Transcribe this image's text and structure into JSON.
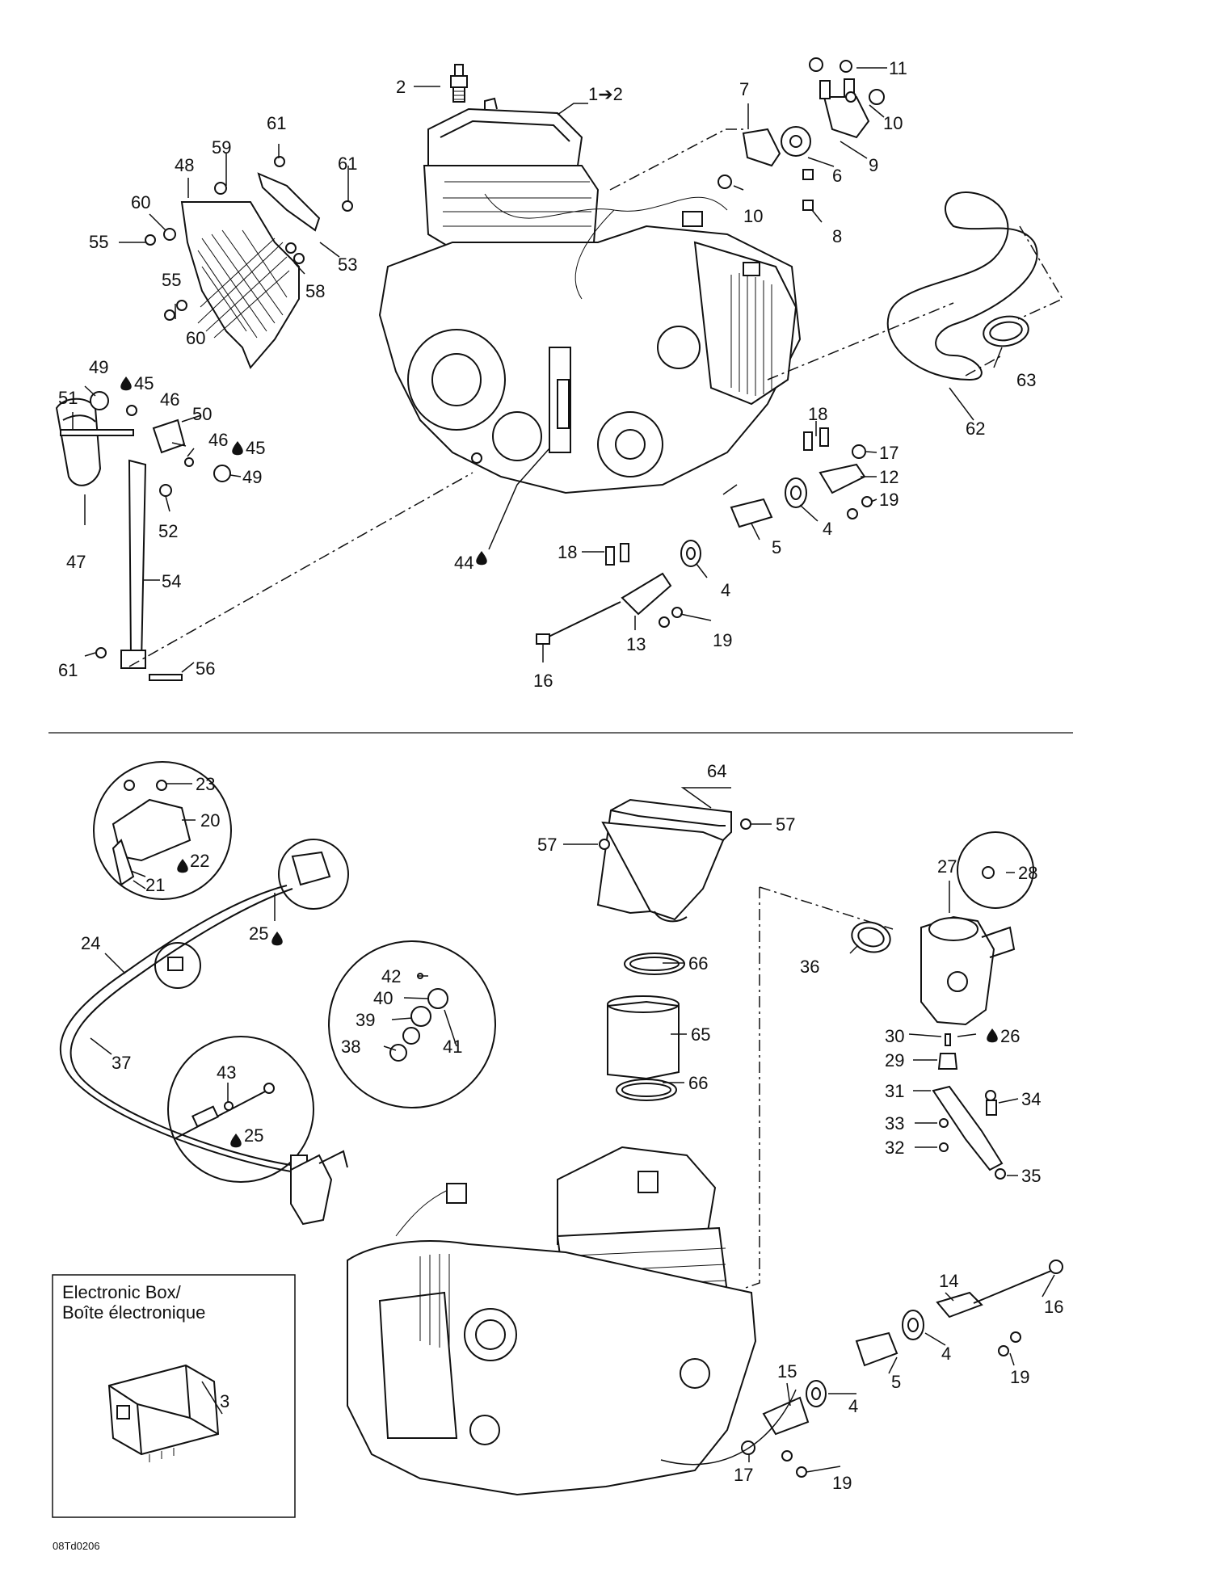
{
  "labels": {
    "l1": "1➔2",
    "l2": "2",
    "l3": "3",
    "l4a": "4",
    "l4b": "4",
    "l4c": "4",
    "l4d": "4",
    "l5a": "5",
    "l5b": "5",
    "l6": "6",
    "l7": "7",
    "l8": "8",
    "l9": "9",
    "l10a": "10",
    "l10b": "10",
    "l11": "11",
    "l12": "12",
    "l13": "13",
    "l14": "14",
    "l15": "15",
    "l16a": "16",
    "l16b": "16",
    "l17a": "17",
    "l17b": "17",
    "l18a": "18",
    "l18b": "18",
    "l19a": "19",
    "l19b": "19",
    "l19c": "19",
    "l19d": "19",
    "l20": "20",
    "l21": "21",
    "l22": "22",
    "l23": "23",
    "l24": "24",
    "l25a": "25",
    "l25b": "25",
    "l26": "26",
    "l27": "27",
    "l28": "28",
    "l29": "29",
    "l30": "30",
    "l31": "31",
    "l32": "32",
    "l33": "33",
    "l34": "34",
    "l35": "35",
    "l36": "36",
    "l37": "37",
    "l38": "38",
    "l39": "39",
    "l40": "40",
    "l41": "41",
    "l42": "42",
    "l43": "43",
    "l44": "44",
    "l45a": "45",
    "l45b": "45",
    "l46a": "46",
    "l46b": "46",
    "l47": "47",
    "l48": "48",
    "l49a": "49",
    "l49b": "49",
    "l50": "50",
    "l51": "51",
    "l52": "52",
    "l53": "53",
    "l54": "54",
    "l55a": "55",
    "l55b": "55",
    "l56": "56",
    "l57a": "57",
    "l57b": "57",
    "l58": "58",
    "l59": "59",
    "l60a": "60",
    "l60b": "60",
    "l61a": "61",
    "l61b": "61",
    "l61c": "61",
    "l62": "62",
    "l63": "63",
    "l64": "64",
    "l65": "65",
    "l66a": "66",
    "l66b": "66"
  },
  "electronic_box": {
    "title_en": "Electronic Box/",
    "title_fr": "Boîte électronique"
  },
  "drawing_code": "08Td0206"
}
